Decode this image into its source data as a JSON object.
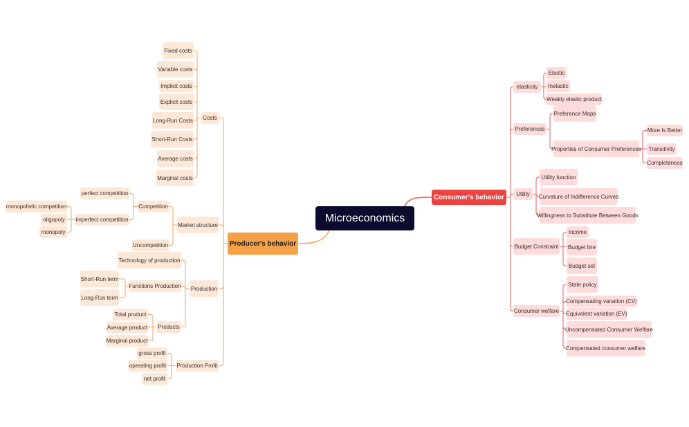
{
  "root": "Microeconomics",
  "consumer": {
    "label": "Consumer's behavior",
    "color": "#ee4340",
    "groups": [
      {
        "label": "elasticity",
        "items": [
          "Elastic",
          "Inelastic",
          "Weakly elastic product"
        ]
      },
      {
        "label": "Preferences",
        "items": [
          "Preference Maps",
          "Properties of Consumer Preferences"
        ],
        "sub": [
          "More Is Better",
          "Transitivity",
          "Completeness"
        ]
      },
      {
        "label": "Utility",
        "items": [
          "Utility function",
          "Curvature of Indifference Curves",
          "Willingness to Substitute Between Goods"
        ]
      },
      {
        "label": "Budget Constraint",
        "items": [
          "Income",
          "Budget line",
          "Budget set"
        ]
      },
      {
        "label": "Consumer welfare",
        "items": [
          "State policy",
          "Compensating variation (CV)",
          "Equivalent variation (EV)",
          "Uncompensated Consumer Welfare",
          "Compensated consumer welfare"
        ]
      }
    ]
  },
  "producer": {
    "label": "Producer's behavior",
    "color": "#f5a148",
    "costs": {
      "label": "Costs",
      "items": [
        "Fixed costs",
        "Variable costs",
        "Implicit costs",
        "Explicit costs",
        "Long-Run Costs",
        "Short-Run Costs",
        "Average costs",
        "Marginal costs"
      ]
    },
    "market": {
      "label": "Market structure",
      "competition": {
        "label": "Competition",
        "items": [
          "perfect competition",
          "imperfect competition"
        ]
      },
      "imperfect": [
        "monopolistic competition",
        "oligopoly",
        "monopoly"
      ],
      "uncompetition": "Uncompetition"
    },
    "production": {
      "label": "Production",
      "technology": "Technology of production",
      "functions": {
        "label": "Functions Production",
        "items": [
          "Short-Run term",
          "Long-Run term"
        ]
      },
      "products": {
        "label": "Products",
        "items": [
          "Total product",
          "Average product",
          "Marginal product"
        ]
      }
    },
    "profit": {
      "label": "Production Profit",
      "items": [
        "gross profit",
        "operating profit",
        "net profit"
      ]
    }
  },
  "colors": {
    "root_bg": "#0b0b2e",
    "consumer_line": "#e85b58",
    "producer_line": "#f4a25a",
    "pink_node": "#fedcdc",
    "peach_node": "#fde8d8"
  }
}
